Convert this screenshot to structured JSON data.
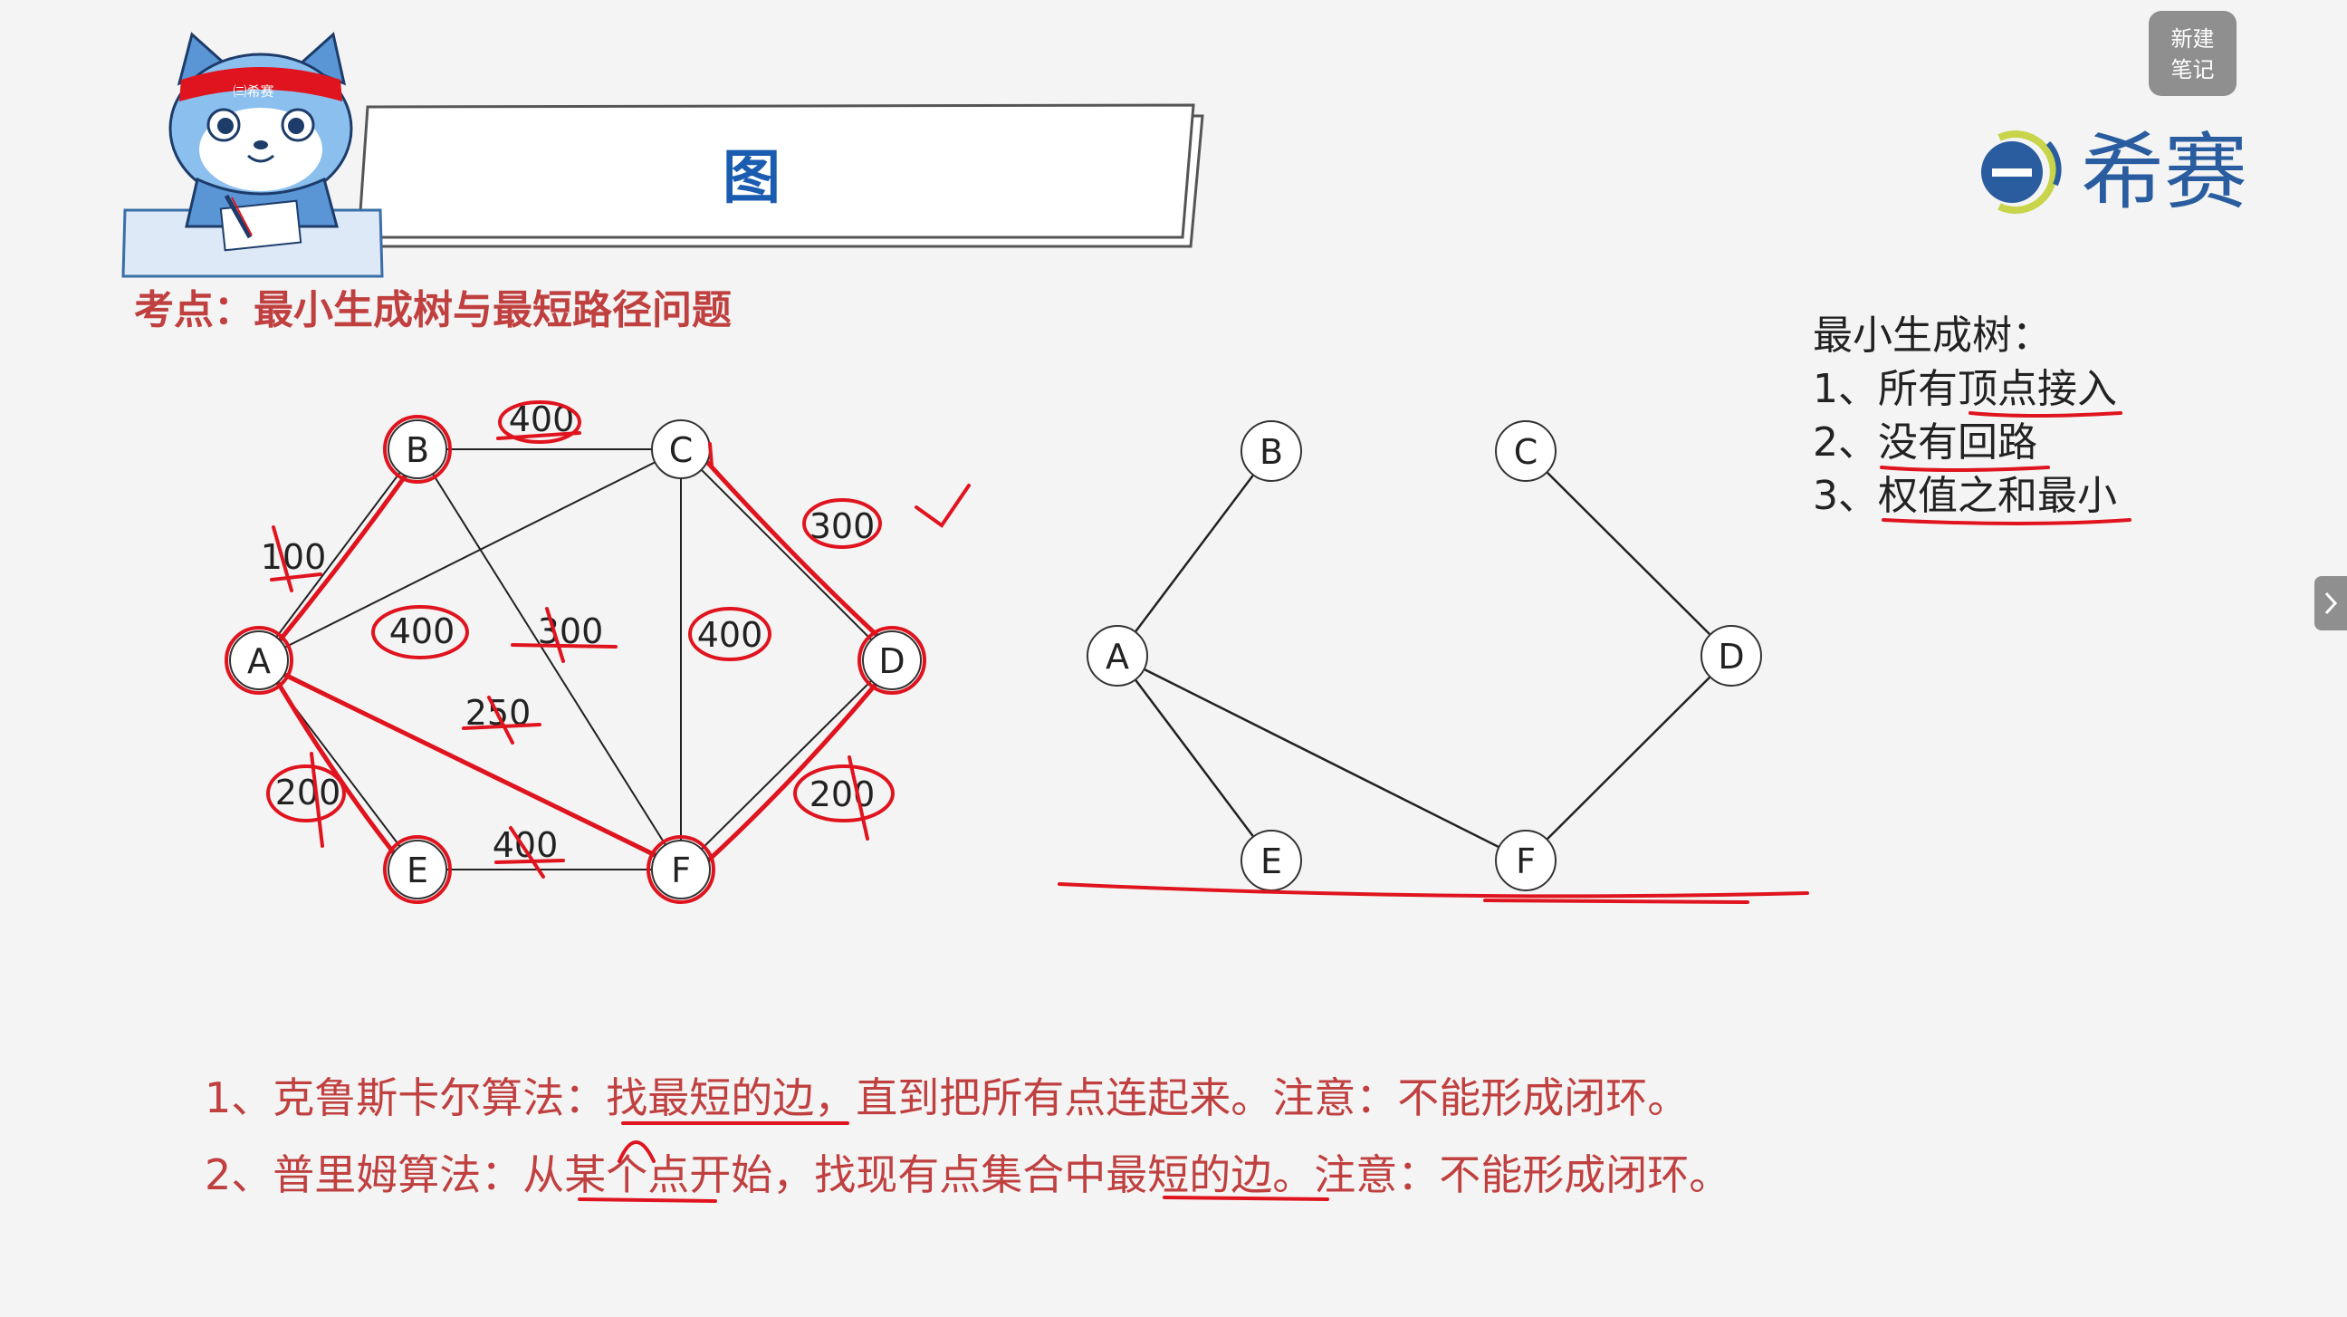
{
  "title": "图",
  "subtitle": "考点：最小生成树与最短路径问题",
  "note_button": {
    "line1": "新建",
    "line2": "笔记"
  },
  "logo": {
    "brand": "希赛",
    "mascot_headband": "㈢希赛"
  },
  "mst_rules": {
    "heading": "最小生成树：",
    "items": [
      "1、所有顶点接入",
      "2、没有回路",
      "3、权值之和最小"
    ]
  },
  "algorithms": [
    "1、克鲁斯卡尔算法：找最短的边，直到把所有点连起来。注意：不能形成闭环。",
    "2、普里姆算法：从某个点开始，找现有点集合中最短的边。注意：不能形成闭环。"
  ],
  "graph": {
    "nodes": [
      "A",
      "B",
      "C",
      "D",
      "E",
      "F"
    ],
    "edges": [
      {
        "from": "A",
        "to": "B",
        "weight": "100"
      },
      {
        "from": "A",
        "to": "C",
        "weight": "400"
      },
      {
        "from": "A",
        "to": "E",
        "weight": "200"
      },
      {
        "from": "A",
        "to": "F",
        "weight": "250"
      },
      {
        "from": "B",
        "to": "C",
        "weight": "400"
      },
      {
        "from": "B",
        "to": "F",
        "weight": "300"
      },
      {
        "from": "C",
        "to": "D",
        "weight": "300"
      },
      {
        "from": "C",
        "to": "F",
        "weight": "400"
      },
      {
        "from": "D",
        "to": "F",
        "weight": "200"
      },
      {
        "from": "E",
        "to": "F",
        "weight": "400"
      }
    ]
  },
  "tree": {
    "nodes": [
      "A",
      "B",
      "C",
      "D",
      "E",
      "F"
    ],
    "edges": [
      [
        "A",
        "B"
      ],
      [
        "A",
        "E"
      ],
      [
        "A",
        "F"
      ],
      [
        "C",
        "D"
      ],
      [
        "D",
        "F"
      ]
    ]
  },
  "colors": {
    "annotation_red": "#e0141e",
    "subtitle_red": "#c04040",
    "title_blue": "#1a5cb0",
    "text_dark": "#222222"
  }
}
